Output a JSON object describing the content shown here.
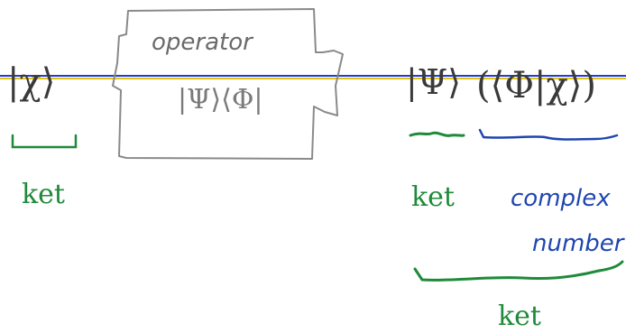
{
  "colors": {
    "ink": "#3a3a3a",
    "box": "#8a8a8a",
    "green": "#1f8a3a",
    "blue": "#1f46b0",
    "axis_blue": "#1f3fd0",
    "axis_yellow": "#e3c21a"
  },
  "left": {
    "ket_symbol": "|χ⟩",
    "label": "ket"
  },
  "operator": {
    "title": "operator",
    "expression": "|Ψ⟩⟨Φ|"
  },
  "right": {
    "ket_symbol": "|Ψ⟩",
    "bracket_term": "(⟨Φ|χ⟩)",
    "ket_label": "ket",
    "complex_label_line1": "complex",
    "complex_label_line2": "number",
    "bottom_label": "ket"
  }
}
